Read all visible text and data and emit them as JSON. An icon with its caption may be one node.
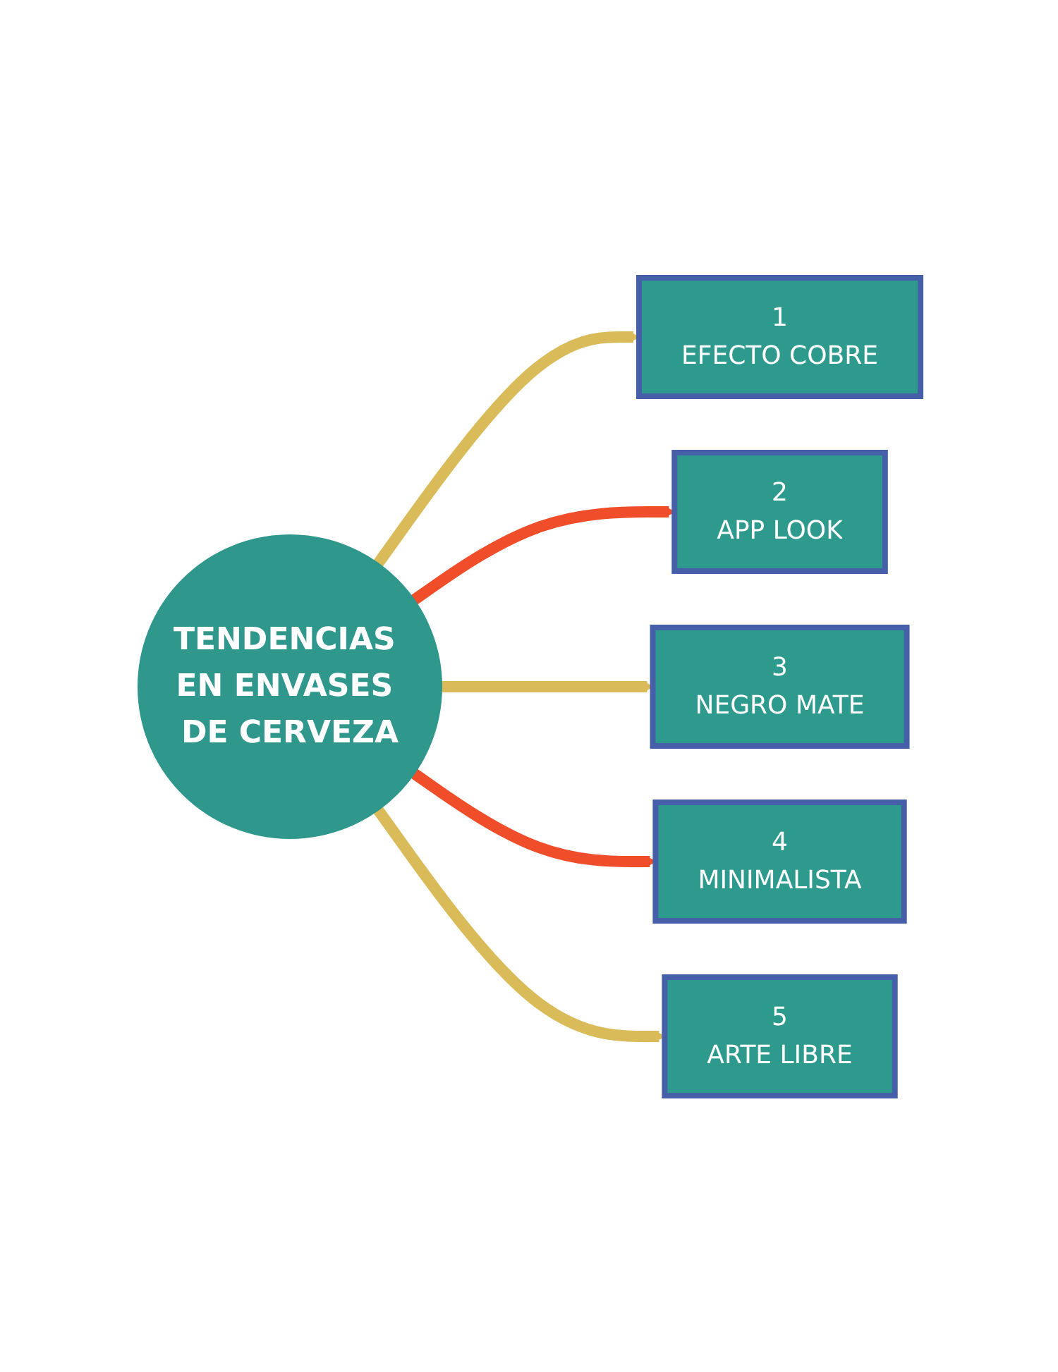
{
  "diagram": {
    "nodes": [
      {
        "text": [
          "TENDENCIAS EN ENVASES DE CERVEZA"
        ]
      },
      {
        "text": [
          "1",
          "EFECTO COBRE"
        ]
      },
      {
        "text": [
          "2",
          "APP LOOK"
        ]
      },
      {
        "text": [
          "3",
          "NEGRO MATE"
        ]
      },
      {
        "text": [
          "4",
          "MINIMALISTA"
        ]
      },
      {
        "text": [
          "5",
          "ARTE LIBRE"
        ]
      }
    ],
    "edges": [
      {
        "from": 0,
        "to": 1,
        "arrow": "to"
      },
      {
        "from": 0,
        "to": 2,
        "arrow": "to",
        "color": "#f04e2a"
      },
      {
        "from": 0,
        "to": 3,
        "arrow": "to"
      },
      {
        "from": 0,
        "to": 4,
        "arrow": "to",
        "color": "#f04e2a"
      },
      {
        "from": 0,
        "to": 5,
        "arrow": "to"
      }
    ]
  }
}
